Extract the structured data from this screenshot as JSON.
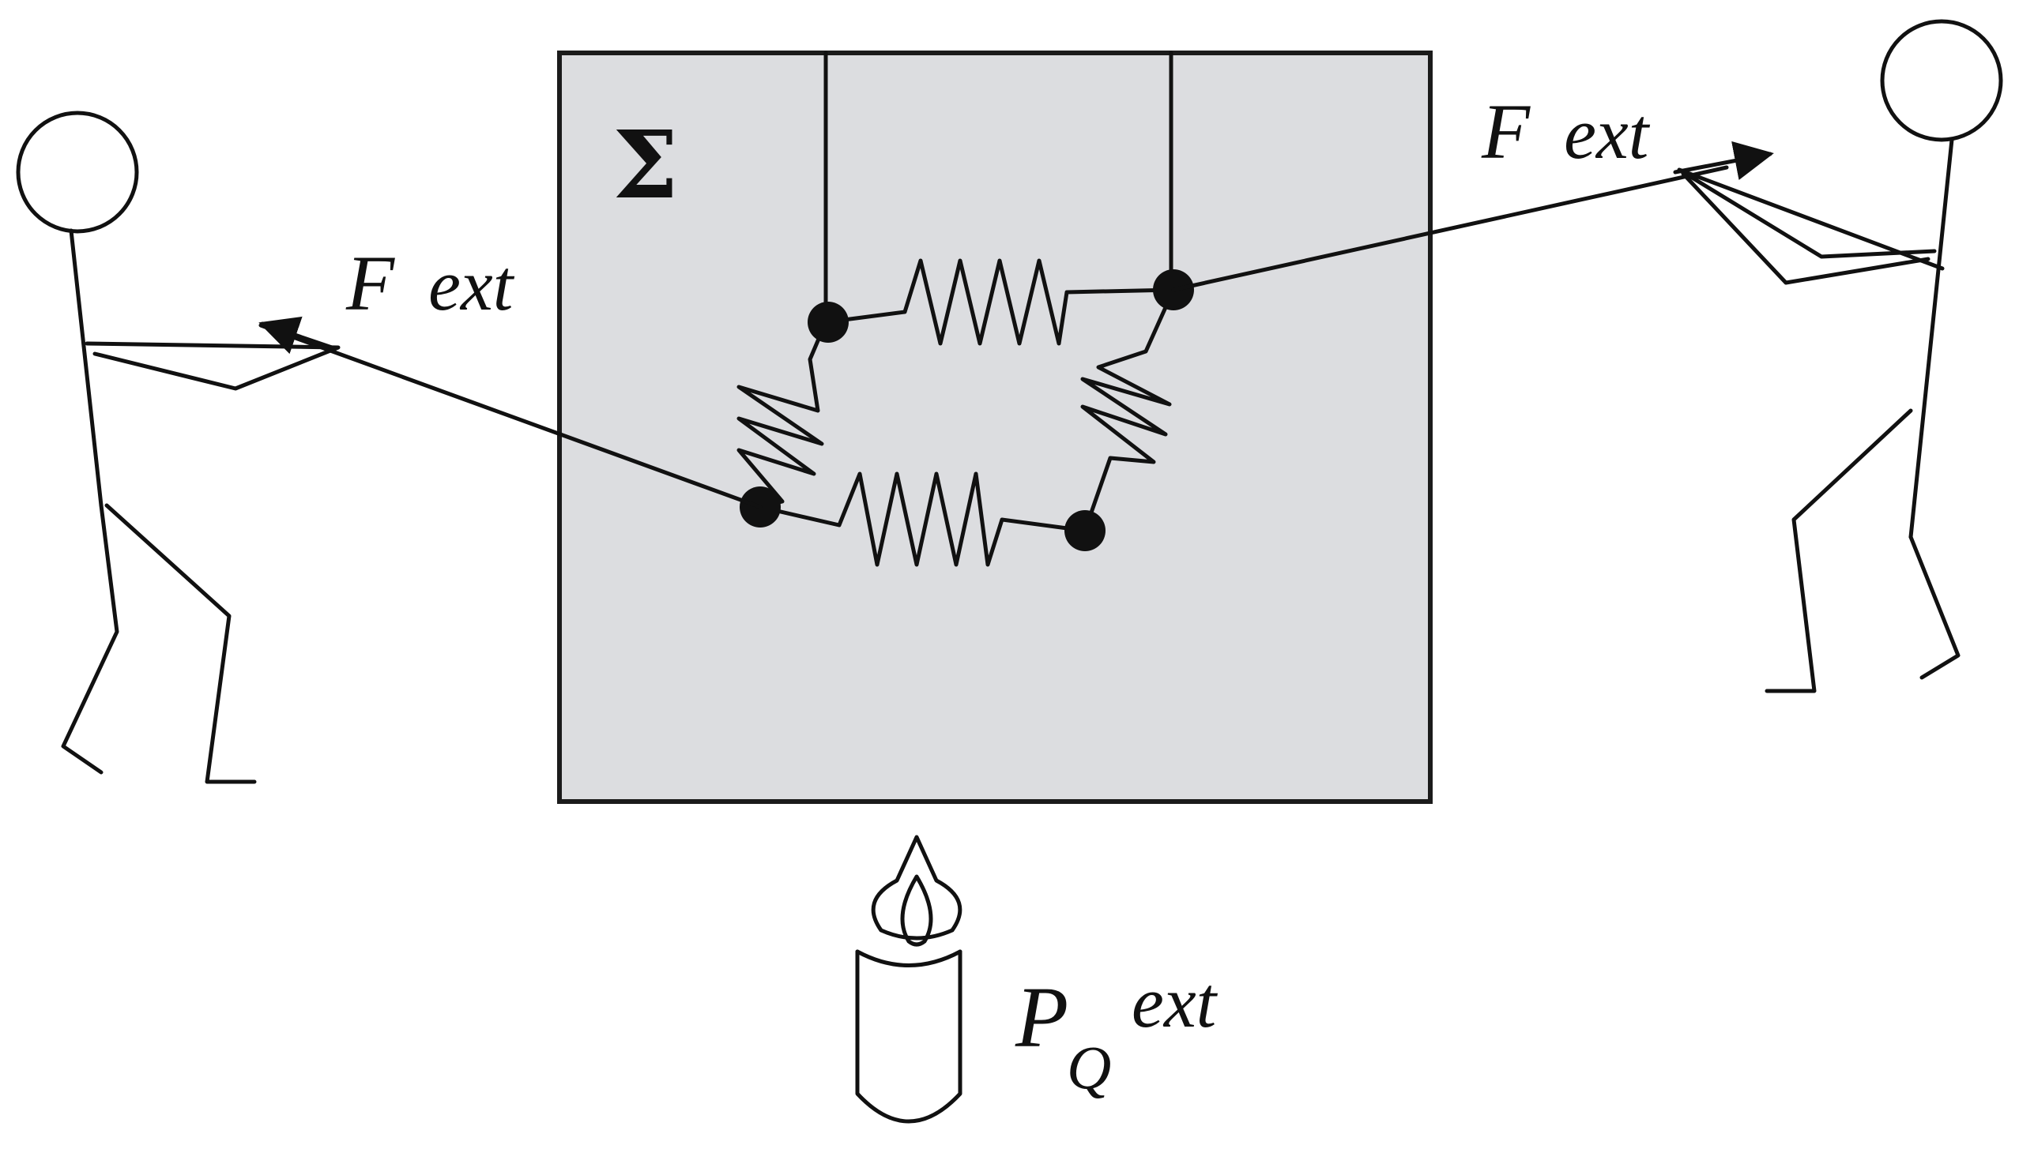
{
  "system": {
    "symbol": "Σ",
    "fill_color": "#dcdde0",
    "stroke_color": "#1b1b1b"
  },
  "labels": {
    "force_left": {
      "main": "F",
      "suffix": "ext"
    },
    "force_right": {
      "main": "F",
      "suffix": "ext"
    },
    "heat_power": {
      "main": "P",
      "subscript": "Q",
      "suffix": "ext"
    }
  },
  "colors": {
    "ink": "#111111"
  }
}
